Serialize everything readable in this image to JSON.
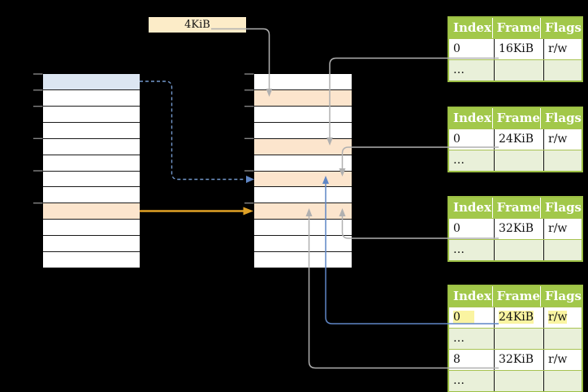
{
  "frame_label": {
    "text": "4KiB"
  },
  "left_table": {
    "rows": [
      "blue",
      "white",
      "white",
      "white",
      "white",
      "white",
      "white",
      "white",
      "orange",
      "white",
      "white",
      "white"
    ]
  },
  "middle_table": {
    "rows": [
      "white",
      "orange",
      "white",
      "white",
      "orange",
      "white",
      "orange",
      "white",
      "orange",
      "white",
      "white",
      "white"
    ]
  },
  "page_tables": [
    {
      "headers": [
        "Index",
        "Frame",
        "Flags"
      ],
      "rows": [
        {
          "index": "0",
          "frame": "16KiB",
          "flags": "r/w",
          "row_class": "",
          "hl": ""
        },
        {
          "index": "…",
          "frame": "",
          "flags": "",
          "row_class": "alt",
          "hl": ""
        }
      ]
    },
    {
      "headers": [
        "Index",
        "Frame",
        "Flags"
      ],
      "rows": [
        {
          "index": "0",
          "frame": "24KiB",
          "flags": "r/w",
          "row_class": "",
          "hl": ""
        },
        {
          "index": "…",
          "frame": "",
          "flags": "",
          "row_class": "alt",
          "hl": ""
        }
      ]
    },
    {
      "headers": [
        "Index",
        "Frame",
        "Flags"
      ],
      "rows": [
        {
          "index": "0",
          "frame": "32KiB",
          "flags": "r/w",
          "row_class": "",
          "hl": ""
        },
        {
          "index": "…",
          "frame": "",
          "flags": "",
          "row_class": "alt",
          "hl": ""
        }
      ]
    },
    {
      "headers": [
        "Index",
        "Frame",
        "Flags"
      ],
      "rows": [
        {
          "index": "0",
          "frame": "24KiB",
          "flags": "r/w",
          "row_class": "",
          "hl": "hl"
        },
        {
          "index": "…",
          "frame": "",
          "flags": "",
          "row_class": "alt",
          "hl": ""
        },
        {
          "index": "8",
          "frame": "32KiB",
          "flags": "r/w",
          "row_class": "",
          "hl": ""
        },
        {
          "index": "…",
          "frame": "",
          "flags": "",
          "row_class": "alt",
          "hl": ""
        }
      ]
    }
  ],
  "colors": {
    "canvas_bg": "#000000",
    "gray_line": "#b0b0b0",
    "blue_line": "#5f86c5",
    "blue_dash": "#7398cb",
    "orange_arrow": "#dfa126",
    "tick": "#8c8c8c",
    "header_green": "#a2c84a",
    "row_green": "#e9f0d9",
    "border_green": "#9cbf44",
    "highlight_yellow": "#faf4a1",
    "row_blue": "#dce6f2",
    "row_orange": "#fce5cd",
    "label_bg": "#fcecc8"
  }
}
